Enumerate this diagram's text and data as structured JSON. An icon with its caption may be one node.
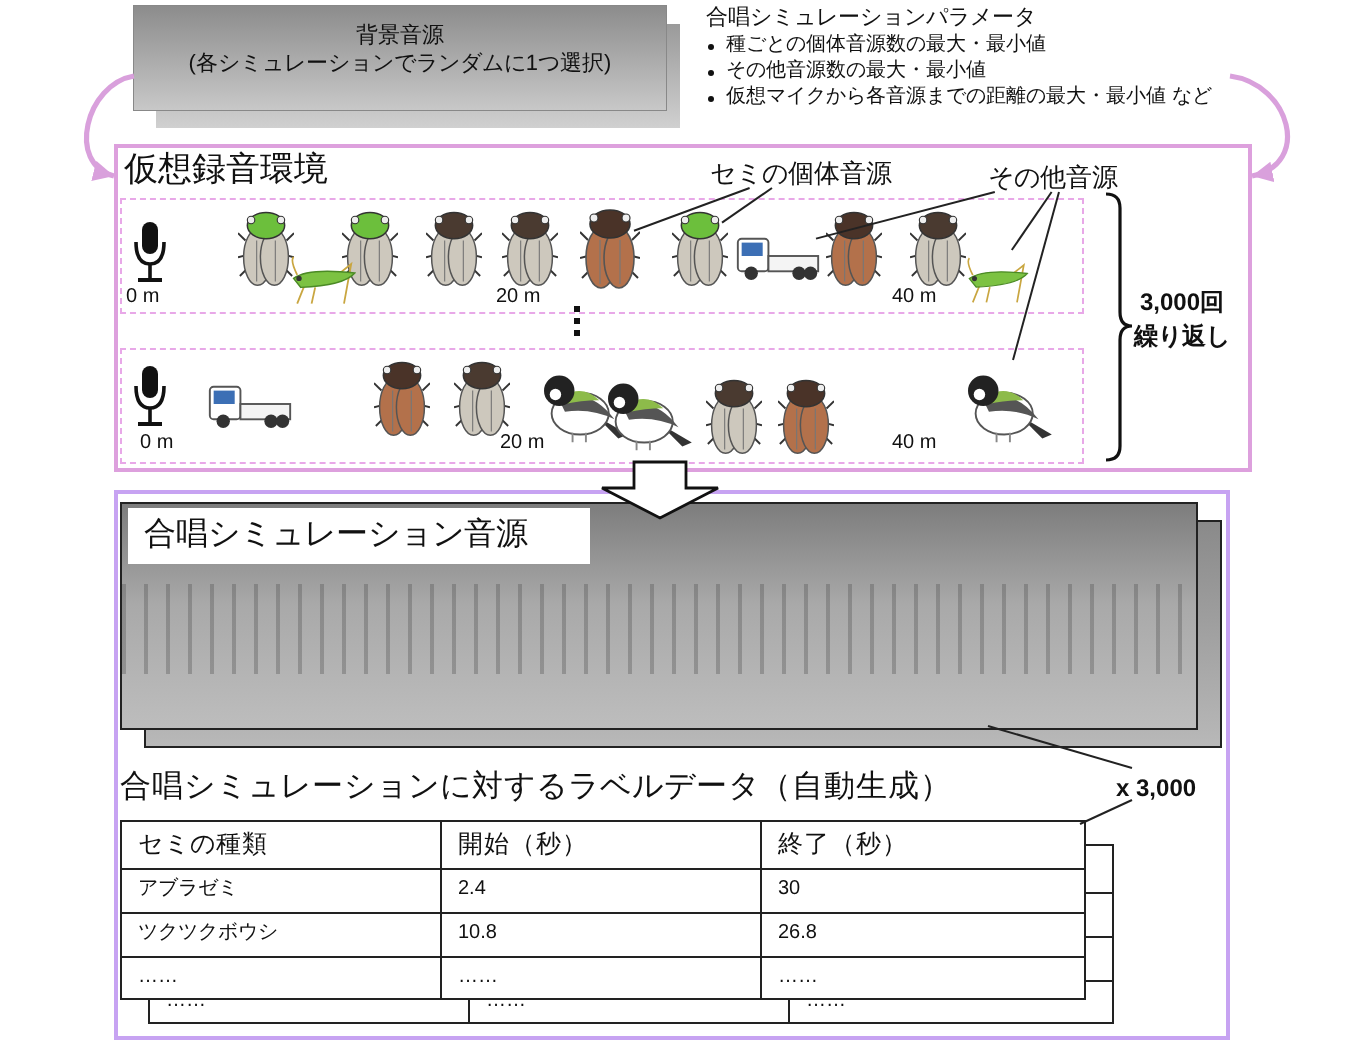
{
  "diagram": {
    "nodes": [
      {
        "text": [
          "背景音源",
          "(各シミュレーションでランダムに1つ選択)"
        ]
      },
      {
        "text": [
          "合唱シミュレーションパラメータ",
          "種ごとの個体音源数の最大・最小値",
          "その他音源数の最大・最小値",
          "仮想マイクから各音源までの距離の最大・最小値 など"
        ]
      },
      {
        "text": [
          "仮想録音環境"
        ]
      },
      {
        "text": [
          "セミの個体音源"
        ],
        "in": 2
      },
      {
        "text": [
          "その他音源"
        ],
        "in": 2
      },
      {
        "text": [],
        "shape": "box",
        "in": 2
      },
      {
        "text": [],
        "shape": "picture",
        "in": 5
      },
      {
        "text": [],
        "shape": "picture",
        "in": 5
      },
      {
        "text": [],
        "shape": "picture",
        "in": 5
      },
      {
        "text": [],
        "shape": "picture",
        "in": 5
      },
      {
        "text": [],
        "shape": "box",
        "in": 2
      },
      {
        "text": [],
        "shape": "picture",
        "in": 10
      },
      {
        "text": [],
        "shape": "box"
      },
      {
        "text": [
          "合唱シミュレーション音源"
        ],
        "in": 12
      },
      {
        "text": [
          "x 3,000"
        ],
        "in": 12
      },
      {
        "text": [
          "合唱シミュレーションに対するラベルデータ（自動生成）"
        ],
        "in": 12
      }
    ],
    "edges": [
      {
        "from": 0,
        "to": 2,
        "arrow": "to",
        "color": "#d9a0dc",
        "style": "thick"
      },
      {
        "from": 1,
        "to": 2,
        "arrow": "to",
        "color": "#d9a0dc",
        "style": "thick"
      },
      {
        "from": 2,
        "to": 12,
        "arrow": "to"
      },
      {
        "from": 3,
        "to": 6,
        "arrow": "none"
      },
      {
        "from": 3,
        "to": 7,
        "arrow": "none"
      },
      {
        "from": 4,
        "to": 8,
        "arrow": "none"
      },
      {
        "from": 4,
        "to": 9,
        "arrow": "none"
      },
      {
        "from": 4,
        "to": 11,
        "arrow": "none"
      },
      {
        "from": 14,
        "to": 13,
        "arrow": "none"
      },
      {
        "from": 14,
        "to": 15,
        "arrow": "none"
      }
    ],
    "labels": [
      "0 m",
      "20 m",
      "40 m",
      "0 m",
      "20 m",
      "40 m",
      "3,000回繰り返し",
      "セミの種類",
      "開始（秒）",
      "終了（秒）",
      "アブラゼミ",
      "2.4",
      "30",
      "ツクツクボウシ",
      "10.8",
      "26.8",
      "……",
      "……",
      "……",
      "……",
      "……",
      "……"
    ]
  }
}
